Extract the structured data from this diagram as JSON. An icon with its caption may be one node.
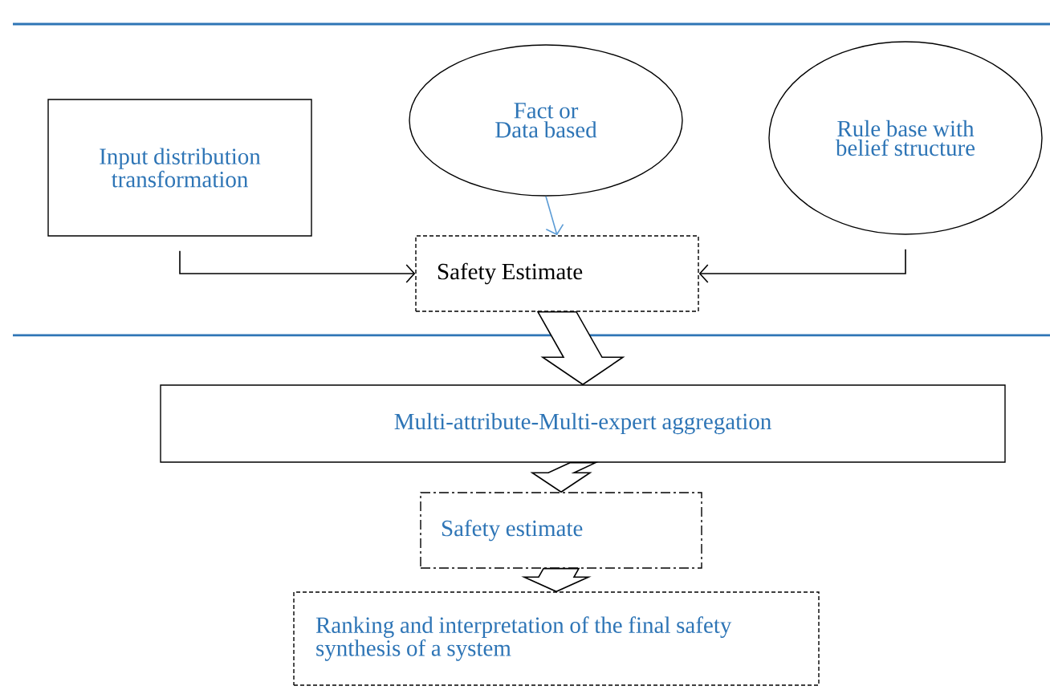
{
  "diagram": {
    "nodes": [
      {
        "text": [
          "Input distribution transformation"
        ]
      },
      {
        "text": [
          "Fact or Data based"
        ]
      },
      {
        "text": [
          "Rule base with belief structure"
        ]
      },
      {
        "text": [
          "Safety Estimate"
        ]
      },
      {
        "text": [
          "Multi-attribute-Multi-expert aggregation"
        ]
      },
      {
        "text": [
          "Safety estimate"
        ]
      },
      {
        "text": [
          "Ranking and interpretation of the final safety synthesis of a system"
        ]
      }
    ],
    "edges": [
      {
        "from": 0,
        "to": 3,
        "arrow": "to"
      },
      {
        "from": 1,
        "to": 3,
        "arrow": "to",
        "color": "#5b9bd5"
      },
      {
        "from": 2,
        "to": 3,
        "arrow": "to"
      },
      {
        "from": 3,
        "to": 4,
        "arrow": "to",
        "style": "thick"
      },
      {
        "from": 4,
        "to": 5,
        "arrow": "to",
        "style": "thick"
      },
      {
        "from": 5,
        "to": 6,
        "arrow": "to",
        "style": "thick"
      }
    ]
  }
}
